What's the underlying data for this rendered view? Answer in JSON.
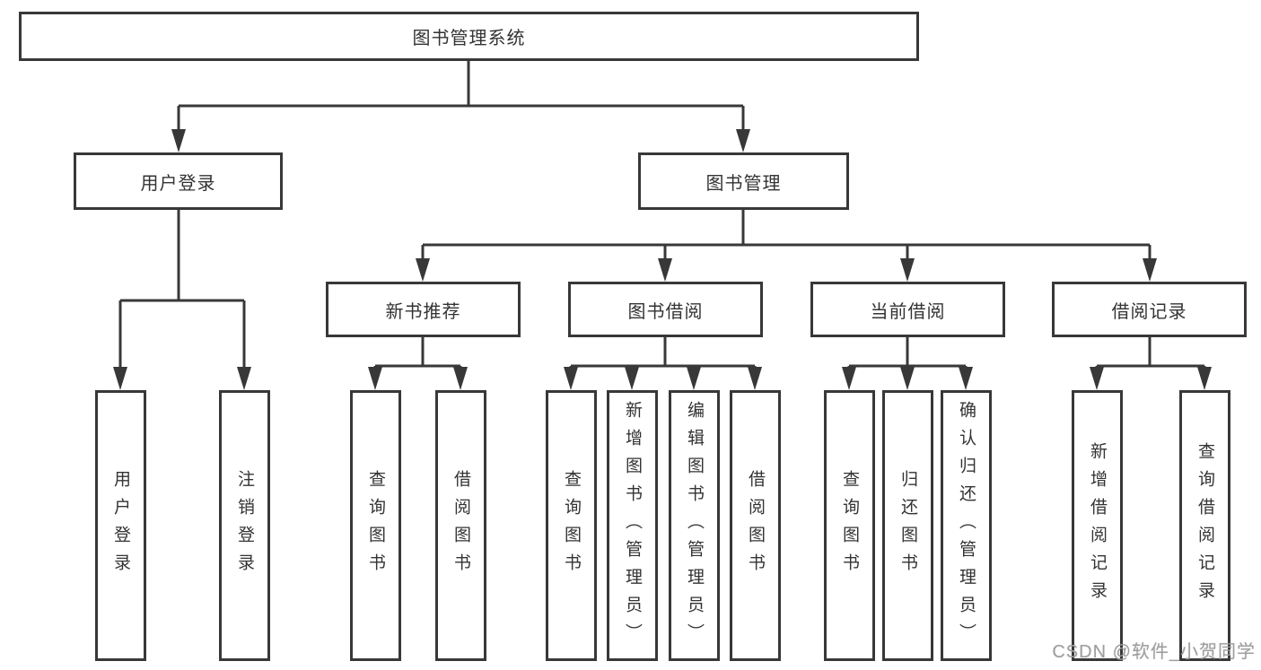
{
  "diagram": {
    "title": "图书管理系统",
    "level2": {
      "login": "用户登录",
      "manage": "图书管理"
    },
    "level3": {
      "recommend": "新书推荐",
      "borrow": "图书借阅",
      "current": "当前借阅",
      "records": "借阅记录"
    },
    "leaves": {
      "login": [
        "用户登录",
        "注销登录"
      ],
      "recommend": [
        "查询图书",
        "借阅图书"
      ],
      "borrow": [
        "查询图书",
        "新增图书（管理员）",
        "编辑图书（管理员）",
        "借阅图书"
      ],
      "current": [
        "查询图书",
        "归还图书",
        "确认归还（管理员）"
      ],
      "records": [
        "新增借阅记录",
        "查询借阅记录"
      ]
    }
  },
  "watermark": {
    "text": "CSDN @软件_小贺同学"
  },
  "colors": {
    "line": "#383838",
    "text": "#333333",
    "watermark": "#9e9e9e",
    "background": "#ffffff"
  }
}
